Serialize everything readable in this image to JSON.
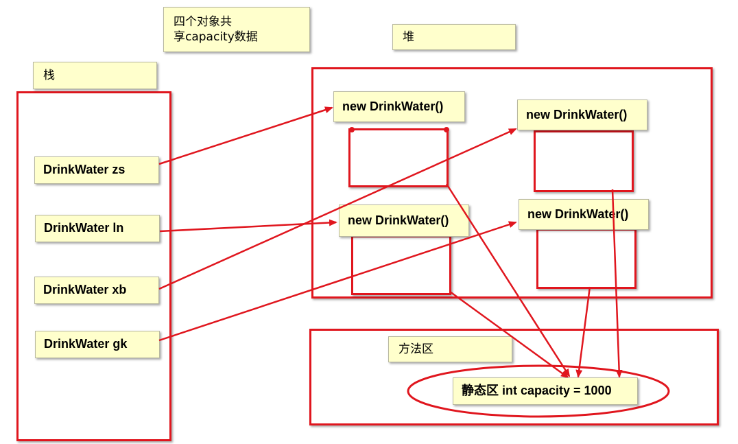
{
  "notes": {
    "shared": "四个对象共\n享capacity数据",
    "heap": "堆",
    "stack": "栈",
    "method_area": "方法区"
  },
  "stack_vars": [
    "DrinkWater zs",
    "DrinkWater ln",
    "DrinkWater xb",
    "DrinkWater gk"
  ],
  "heap_objects": [
    "new DrinkWater()",
    "new DrinkWater()",
    "new DrinkWater()",
    "new DrinkWater()"
  ],
  "static_field": "静态区 int capacity = 1000",
  "colors": {
    "border": "#e0161e",
    "note_fill": "#ffffcc",
    "arrow": "#e0161e"
  }
}
